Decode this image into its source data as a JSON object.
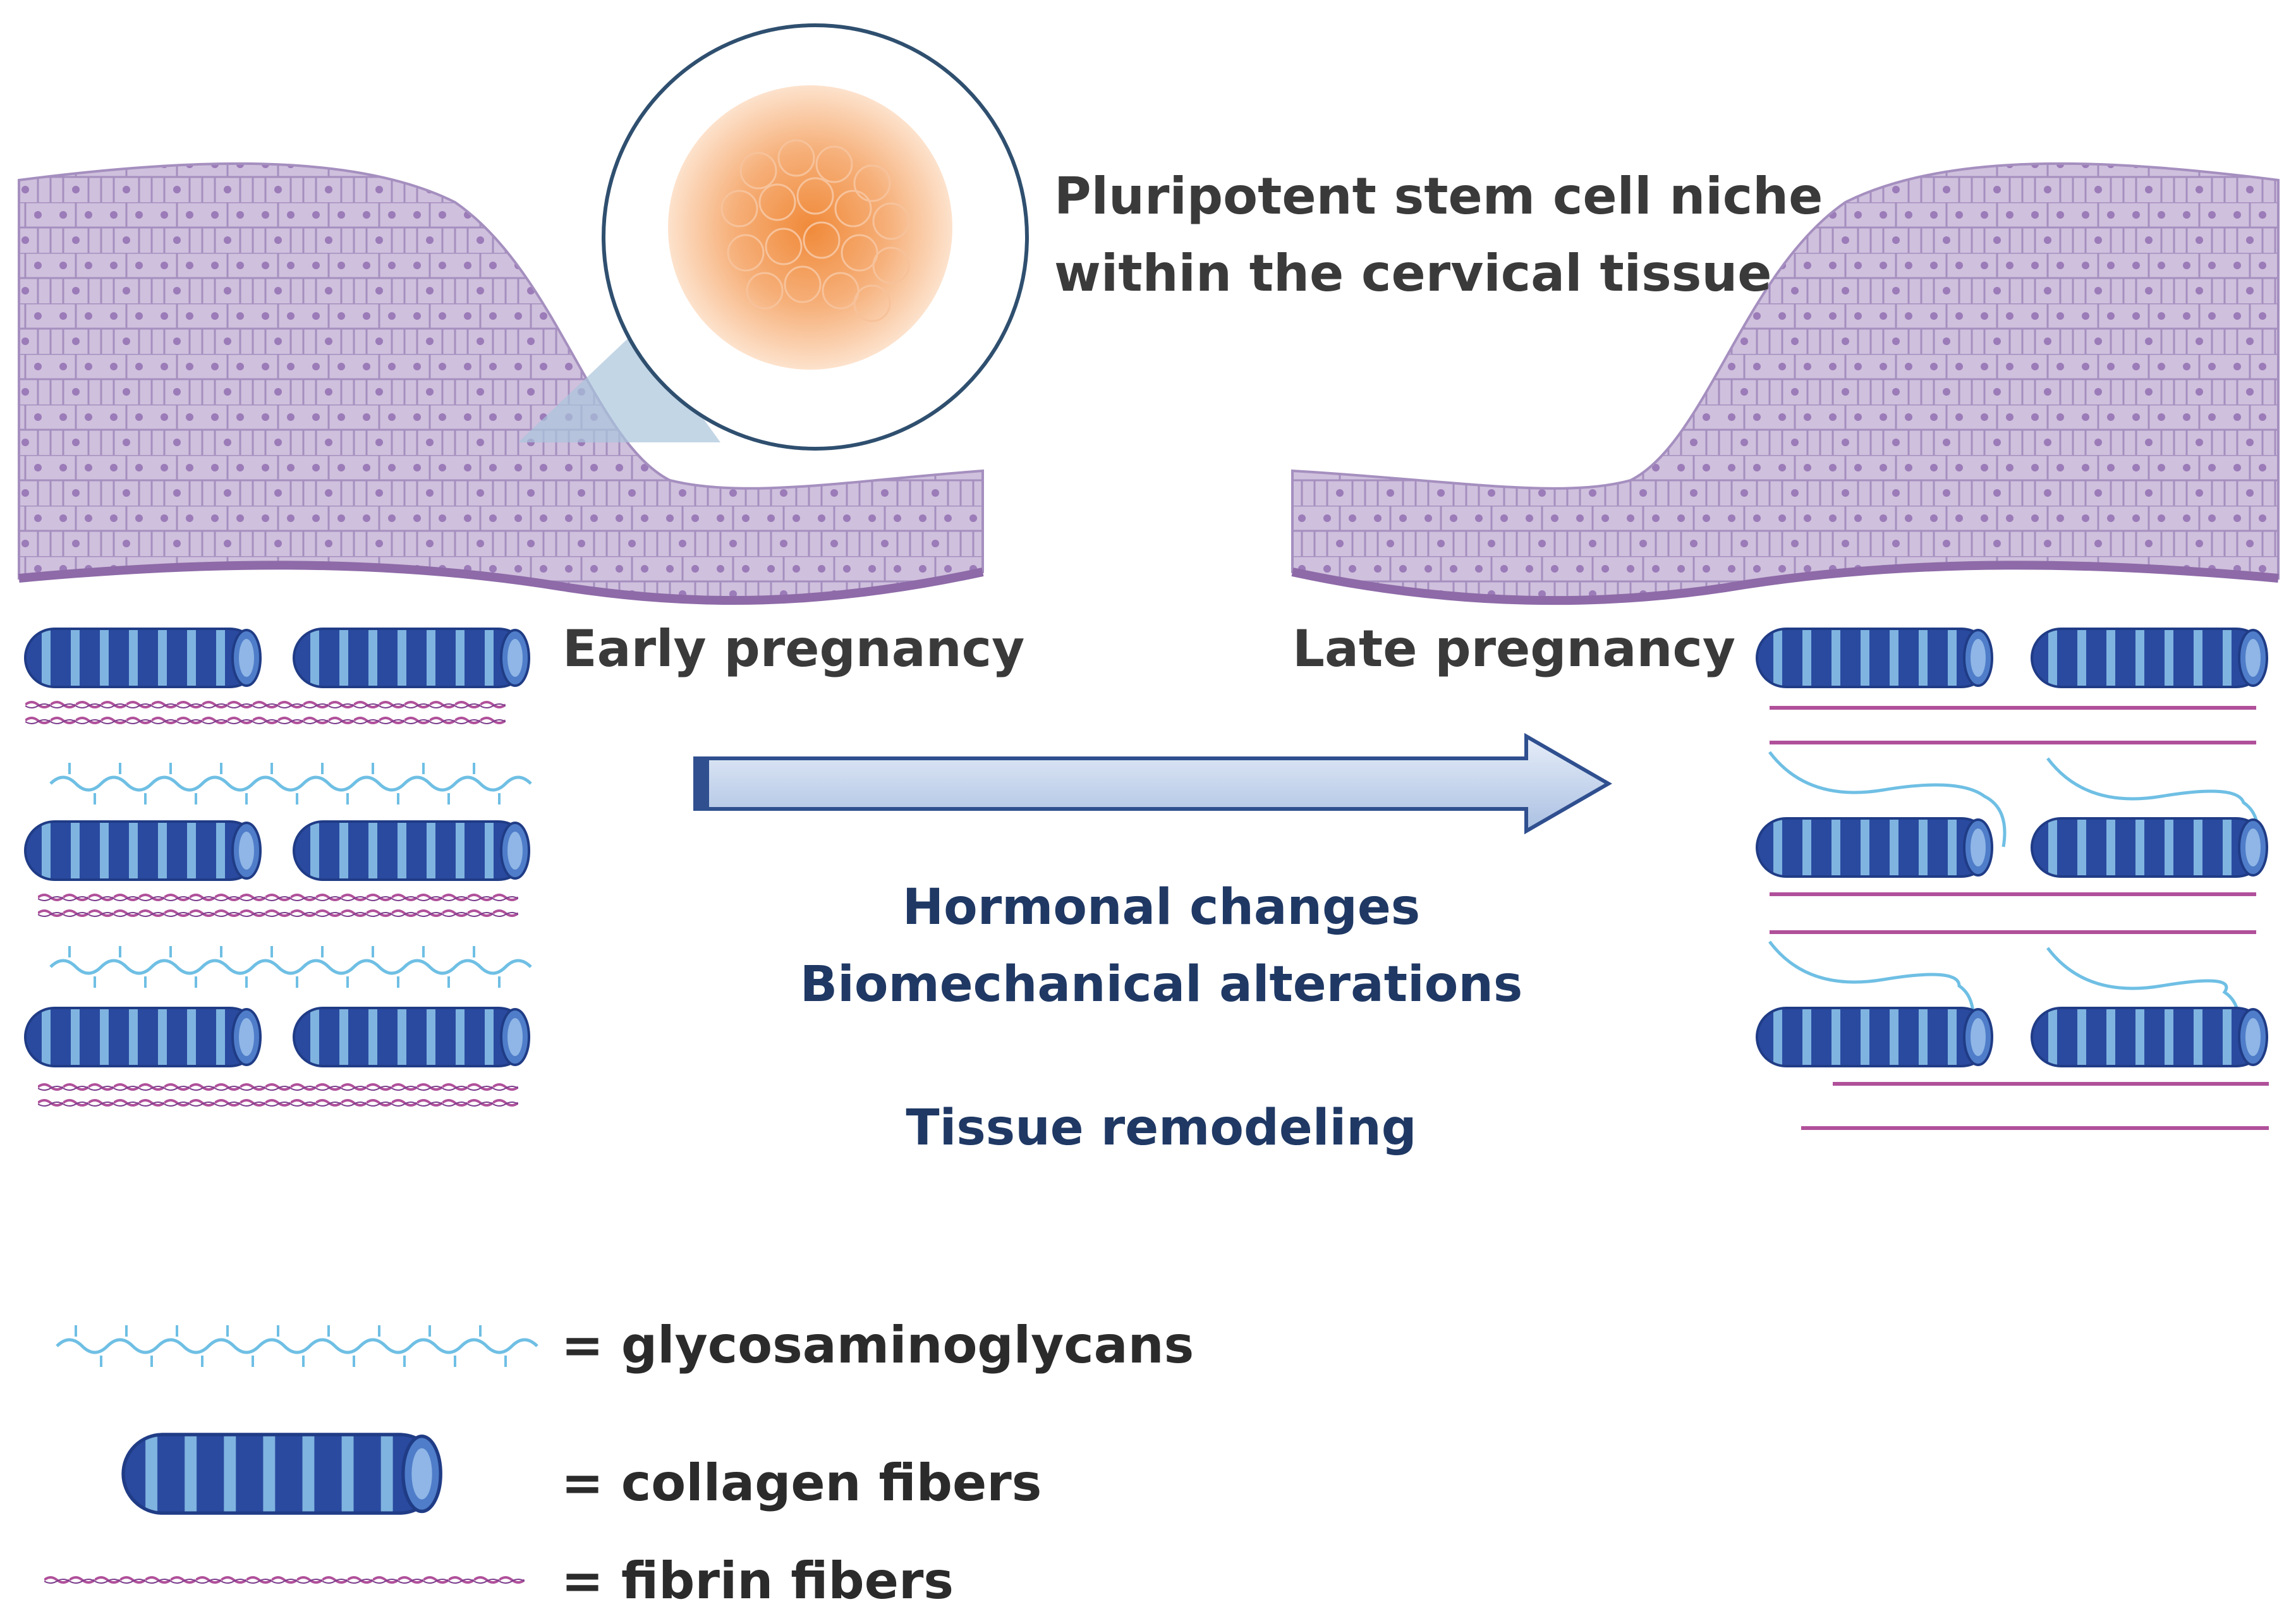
{
  "texts": {
    "niche_line1": "Pluripotent stem cell niche",
    "niche_line2": "within the cervical tissue",
    "early": "Early pregnancy",
    "late": "Late pregnancy",
    "hormonal": "Hormonal changes",
    "biomech": "Biomechanical alterations",
    "remodel": "Tissue remodeling"
  },
  "legend": {
    "gag": "= glycosaminoglycans",
    "collagen": "= collagen fibers",
    "fibrin": "= fibrin fibers"
  },
  "colors": {
    "epithelium": "#cfc0dd",
    "cell_outline": "#a58fbf",
    "nucleus": "#9b7bb8",
    "basement": "#8e6aa8",
    "collagen_dark": "#2a4aa0",
    "collagen_light": "#7fb4e0",
    "fibrin": "#b0509a",
    "gag": "#6fbfe4",
    "arrow_fill": "#c5d5ee",
    "arrow_stroke": "#2f4f8f",
    "stem_cell": "#f3a05a",
    "zoom_cone": "#a9c4dc",
    "text_navy": "#1f3864"
  },
  "icons": [
    "stem-cell-cluster-icon",
    "collagen-fiber-icon",
    "fibrin-fiber-icon",
    "glycosaminoglycan-icon",
    "right-arrow-icon"
  ]
}
